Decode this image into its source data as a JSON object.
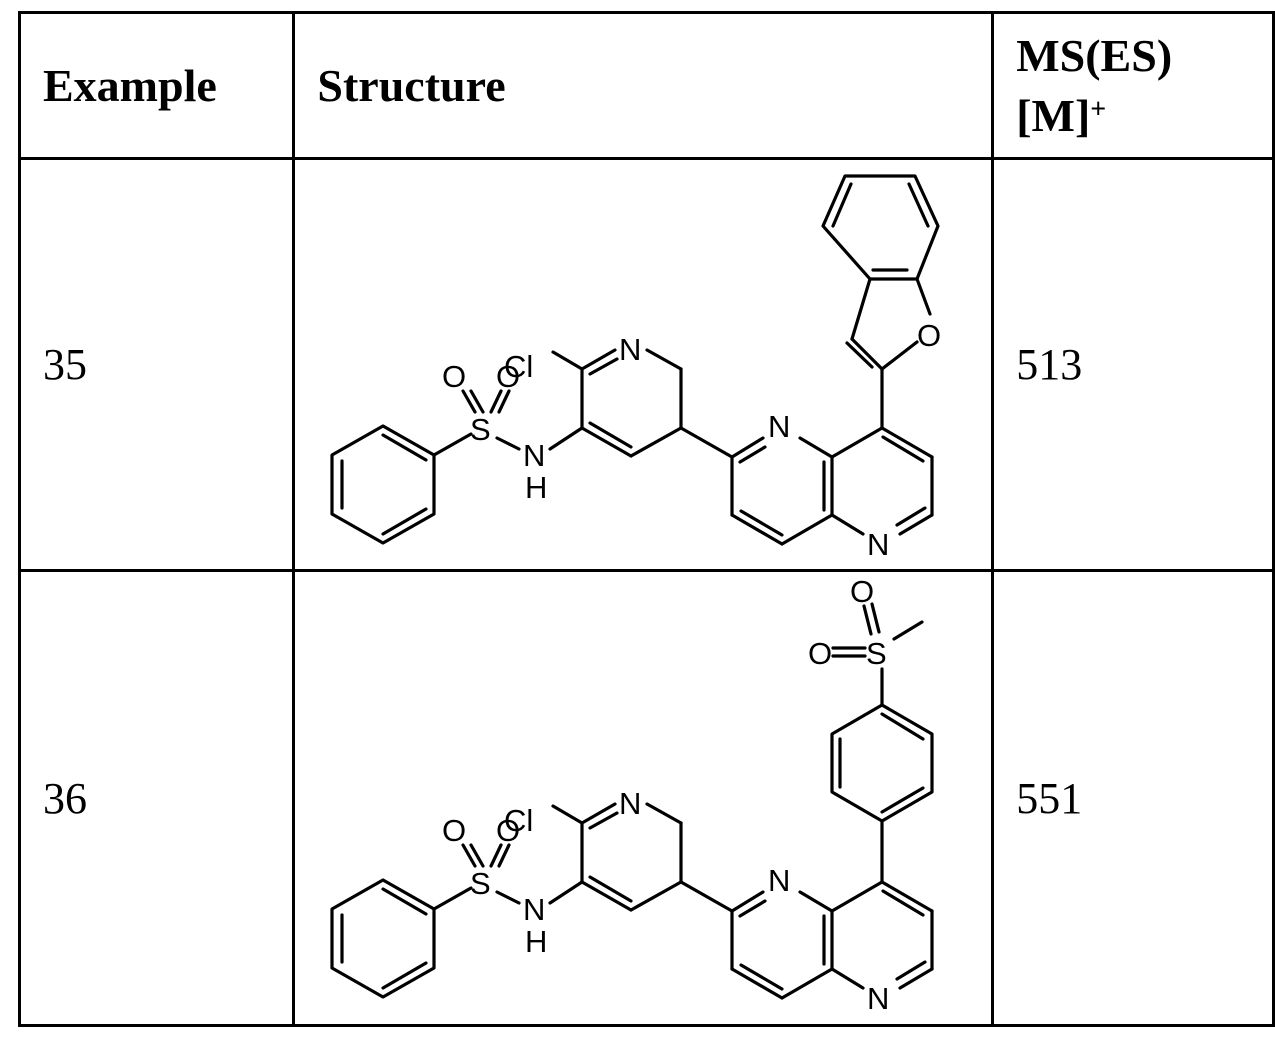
{
  "table": {
    "headers": {
      "example": "Example",
      "structure": "Structure",
      "ms_line1": "MS(ES)",
      "ms_line2": "[M]",
      "ms_sup": "+"
    },
    "rows": [
      {
        "example": "35",
        "ms": "513",
        "structure_label": "benzofuranyl naphthyridine sulfonamide"
      },
      {
        "example": "36",
        "ms": "551",
        "structure_label": "methylsulfonylphenyl naphthyridine sulfonamide"
      }
    ]
  },
  "atom_labels": {
    "cl": "Cl",
    "n": "N",
    "o": "O",
    "s": "S",
    "h": "H"
  }
}
